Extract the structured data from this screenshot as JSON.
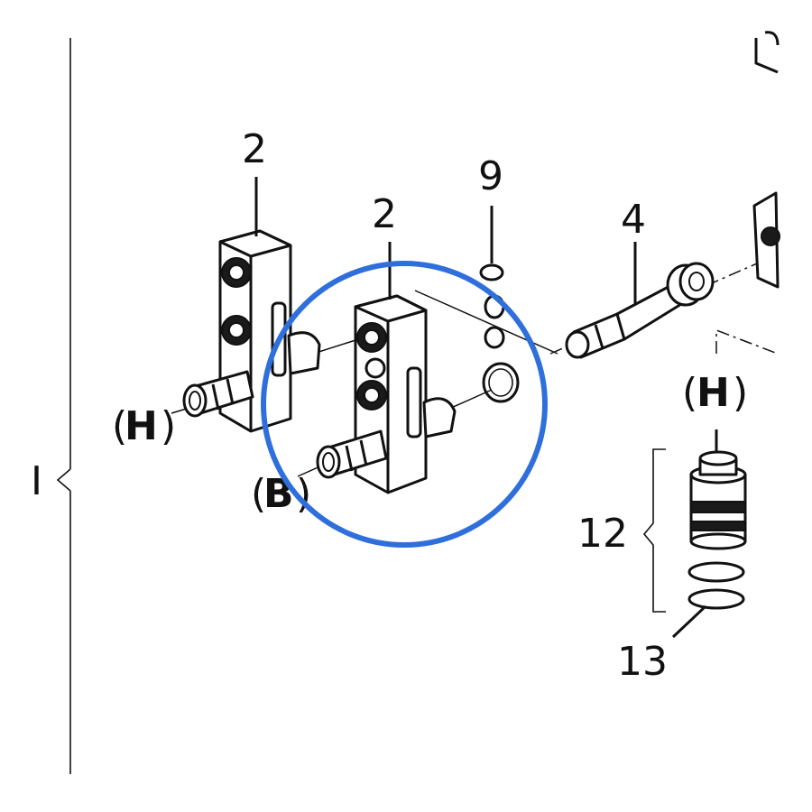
{
  "labels": {
    "part_2_left": "2",
    "part_2_center": "2",
    "part_9": "9",
    "part_4": "4",
    "part_12": "12",
    "part_13": "13",
    "group_I": "I",
    "port_H_left": "H",
    "port_B": "B",
    "port_H_right": "H"
  },
  "colors": {
    "highlight_circle": "#2f6fdc",
    "line": "#111111"
  }
}
